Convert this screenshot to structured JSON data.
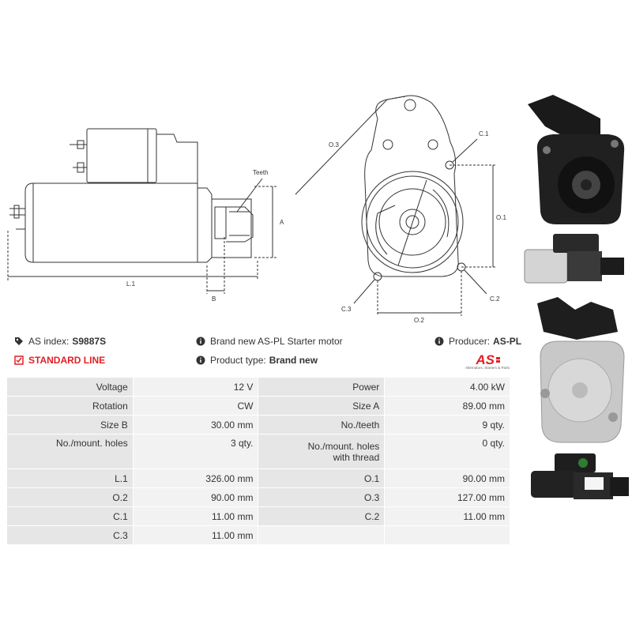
{
  "drawing": {
    "labels": {
      "teeth": "Teeth",
      "a": "A",
      "b": "B",
      "l1": "L.1",
      "o1": "O.1",
      "o2": "O.2",
      "o3": "O.3",
      "c1": "C.1",
      "c2": "C.2",
      "c3": "C.3"
    }
  },
  "info": {
    "as_index_label": "AS index:",
    "as_index_value": "S9887S",
    "standard_line": "STANDARD LINE",
    "description": "Brand new AS-PL Starter motor",
    "product_type_label": "Product type:",
    "product_type_value": "Brand new",
    "producer_label": "Producer:",
    "producer_value": "AS-PL"
  },
  "logo": {
    "mark": "AS",
    "tagline": "Alternators, Starters & Parts",
    "color": "#e31e24"
  },
  "specs": {
    "rows": [
      {
        "l1": "Voltage",
        "v1": "12 V",
        "l2": "Power",
        "v2": "4.00 kW"
      },
      {
        "l1": "Rotation",
        "v1": "CW",
        "l2": "Size A",
        "v2": "89.00 mm"
      },
      {
        "l1": "Size B",
        "v1": "30.00 mm",
        "l2": "No./teeth",
        "v2": "9 qty."
      },
      {
        "l1": "No./mount. holes",
        "v1": "3 qty.",
        "l2": "No./mount. holes with thread",
        "v2": "0 qty."
      },
      {
        "l1": "L.1",
        "v1": "326.00 mm",
        "l2": "O.1",
        "v2": "90.00 mm"
      },
      {
        "l1": "O.2",
        "v1": "90.00 mm",
        "l2": "O.3",
        "v2": "127.00 mm"
      },
      {
        "l1": "C.1",
        "v1": "11.00 mm",
        "l2": "C.2",
        "v2": "11.00 mm"
      },
      {
        "l1": "C.3",
        "v1": "11.00 mm",
        "l2": "",
        "v2": ""
      }
    ]
  }
}
